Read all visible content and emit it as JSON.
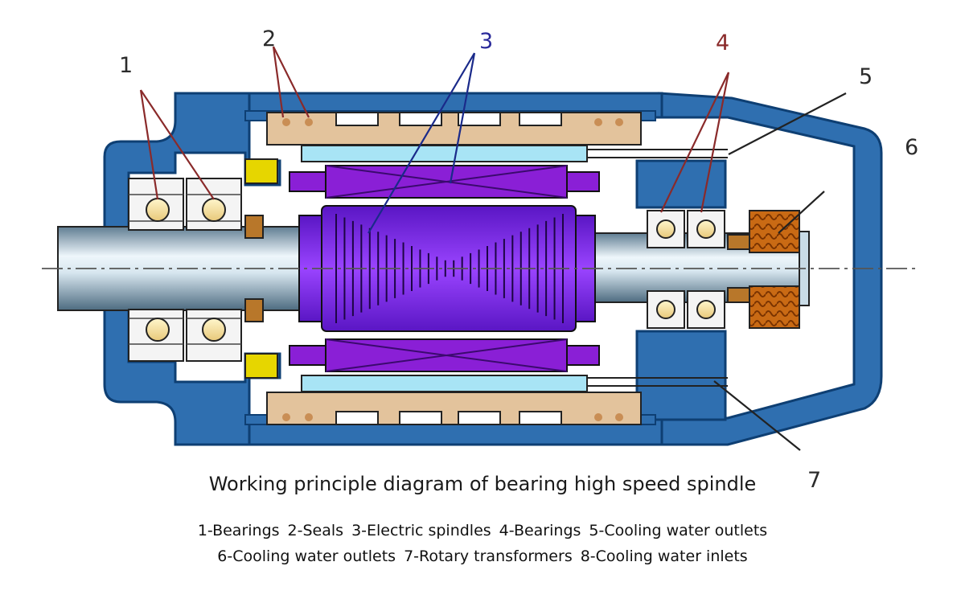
{
  "labels": {
    "n1": "1",
    "n2": "2",
    "n3": "3",
    "n4": "4",
    "n5": "5",
    "n6": "6",
    "n7": "7"
  },
  "caption": "Working principle diagram of bearing high speed spindle",
  "legend": {
    "line1": [
      "1-Bearings",
      "2-Seals",
      "3-Electric spindles",
      "4-Bearings",
      "5-Cooling water outlets"
    ],
    "line2": [
      "6-Cooling water outlets",
      "7-Rotary transformers",
      "8-Cooling water inlets"
    ]
  },
  "colors": {
    "housing": "#2f6fb0",
    "housing_dark": "#0e3f73",
    "stator": "#8a1fd6",
    "rotor": "#7a2ad8",
    "shaft": "#c9dbe6",
    "sleeve": "#a8e4f5",
    "winding": "#e3c39c",
    "seal": "#e6d600",
    "leader_red": "#8a2a2a",
    "leader_blue": "#1a2a8a"
  }
}
